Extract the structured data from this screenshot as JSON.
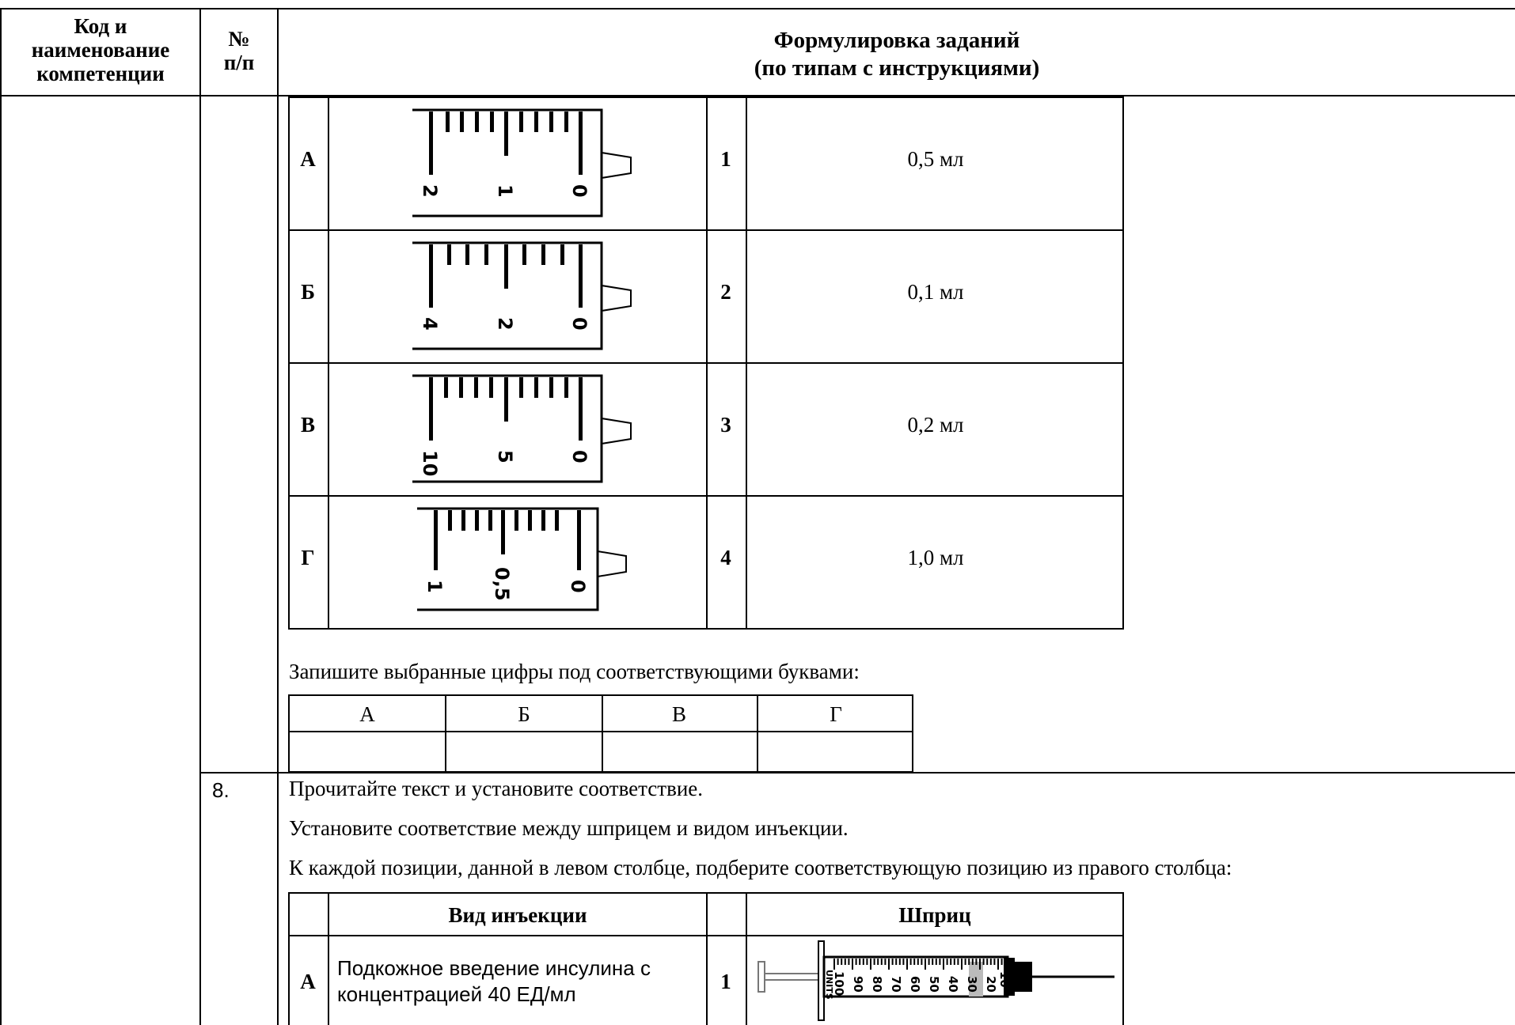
{
  "header": {
    "col1": [
      "Код и",
      "наименование",
      "компетенции"
    ],
    "col2": [
      "№",
      "п/п"
    ],
    "col3": [
      "Формулировка заданий",
      "(по типам с инструкциями)"
    ]
  },
  "match_table": {
    "rows": [
      {
        "letter": "А",
        "scale_labels": [
          "2",
          "1",
          "0"
        ],
        "num": "1",
        "value": "0,5 мл"
      },
      {
        "letter": "Б",
        "scale_labels": [
          "4",
          "2",
          "0"
        ],
        "num": "2",
        "value": "0,1 мл"
      },
      {
        "letter": "В",
        "scale_labels": [
          "10",
          "5",
          "0"
        ],
        "num": "3",
        "value": "0,2 мл"
      },
      {
        "letter": "Г",
        "scale_labels": [
          "1",
          "0,5",
          "0"
        ],
        "num": "4",
        "value": "1,0 мл"
      }
    ]
  },
  "answer": {
    "instruction": "Запишите выбранные цифры под соответствующими буквами:",
    "headers": [
      "А",
      "Б",
      "В",
      "Г"
    ]
  },
  "task8": {
    "number": "8.",
    "line1": "Прочитайте текст и установите соответствие.",
    "line2": "Установите соответствие между шприцем и видом инъекции.",
    "line3": "К каждой позиции, данной в левом столбце, подберите соответствующую позицию из правого столбца:",
    "table": {
      "col_injection": "Вид инъекции",
      "col_syringe": "Шприц",
      "row": {
        "letter": "А",
        "text_line1": "Подкожное введение инсулина с",
        "text_line2": "концентрацией 40 ЕД/мл",
        "num": "1",
        "syringe_labels": [
          "100",
          "90",
          "80",
          "70",
          "60",
          "50",
          "40",
          "30",
          "20",
          "10"
        ],
        "syringe_units": "UNITS"
      }
    }
  }
}
